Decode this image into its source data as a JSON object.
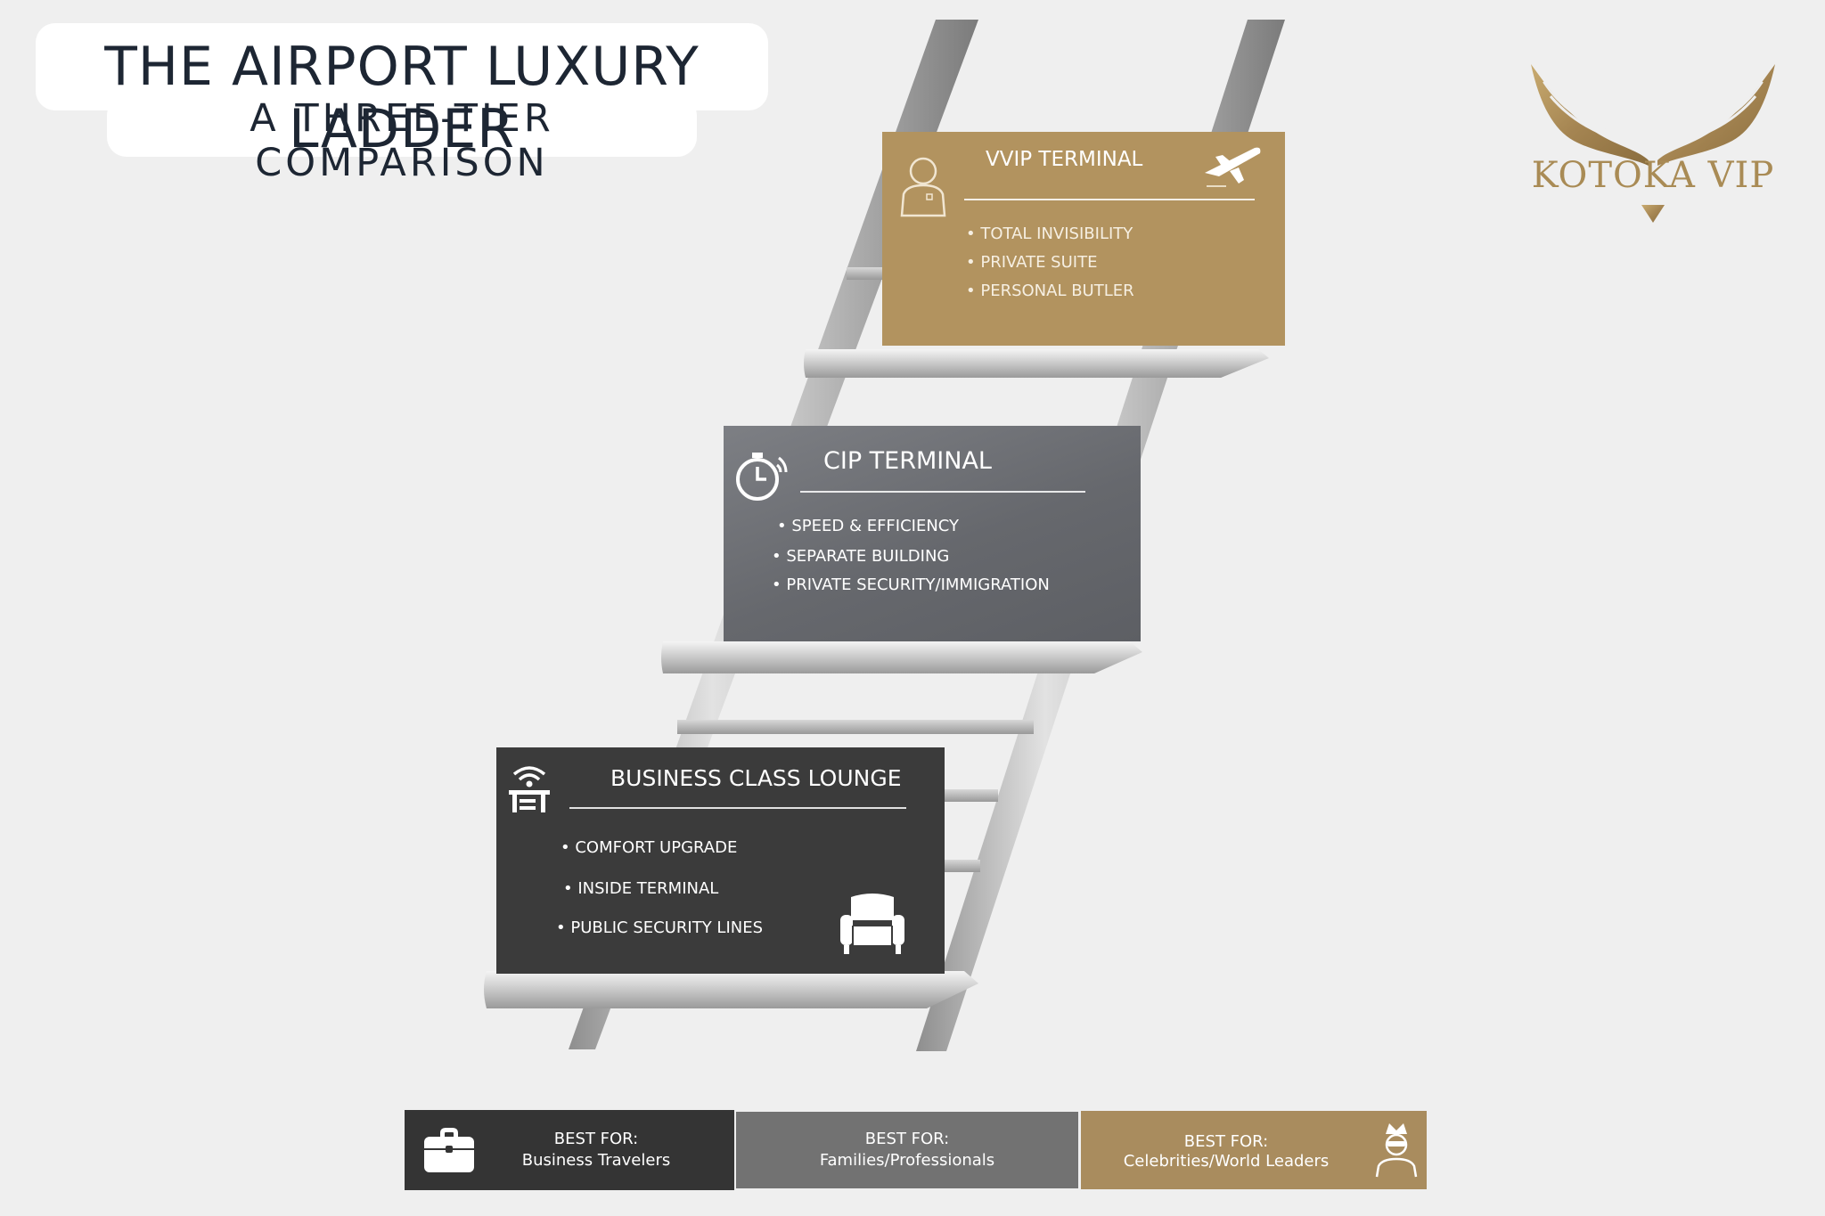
{
  "header": {
    "title": "THE AIRPORT LUXURY LADDER",
    "subtitle": "A THREE-TIER COMPARISON"
  },
  "logo": {
    "text": "KOTOKA VIP",
    "icon": "winged-v-logo-icon",
    "color": "#a98b55"
  },
  "tiers": [
    {
      "id": "vvip",
      "title": "VVIP TERMINAL",
      "icon": "person-icon",
      "secondary_icon": "airplane-icon",
      "color": "#b2935f",
      "features": [
        "• TOTAL INVISIBILITY",
        "• PRIVATE SUITE",
        "• PERSONAL BUTLER"
      ]
    },
    {
      "id": "cip",
      "title": "CIP TERMINAL",
      "icon": "stopwatch-icon",
      "color": "#6b6d72",
      "features": [
        "• SPEED & EFFICIENCY",
        "• SEPARATE BUILDING",
        "• PRIVATE SECURITY/IMMIGRATION"
      ]
    },
    {
      "id": "business",
      "title": "BUSINESS CLASS LOUNGE",
      "icon": "wifi-desk-icon",
      "secondary_icon": "armchair-icon",
      "color": "#3b3b3b",
      "features": [
        "• COMFORT UPGRADE",
        "• INSIDE TERMINAL",
        "• PUBLIC SECURITY LINES"
      ]
    }
  ],
  "best_for": [
    {
      "label": "BEST FOR:",
      "audience": "Business Travelers",
      "icon": "briefcase-icon",
      "color": "#343434"
    },
    {
      "label": "BEST FOR:",
      "audience": "Families/Professionals",
      "icon": "",
      "color": "#727272"
    },
    {
      "label": "BEST FOR:",
      "audience": "Celebrities/World Leaders",
      "icon": "crowned-person-icon",
      "color": "#a98c5e"
    }
  ]
}
